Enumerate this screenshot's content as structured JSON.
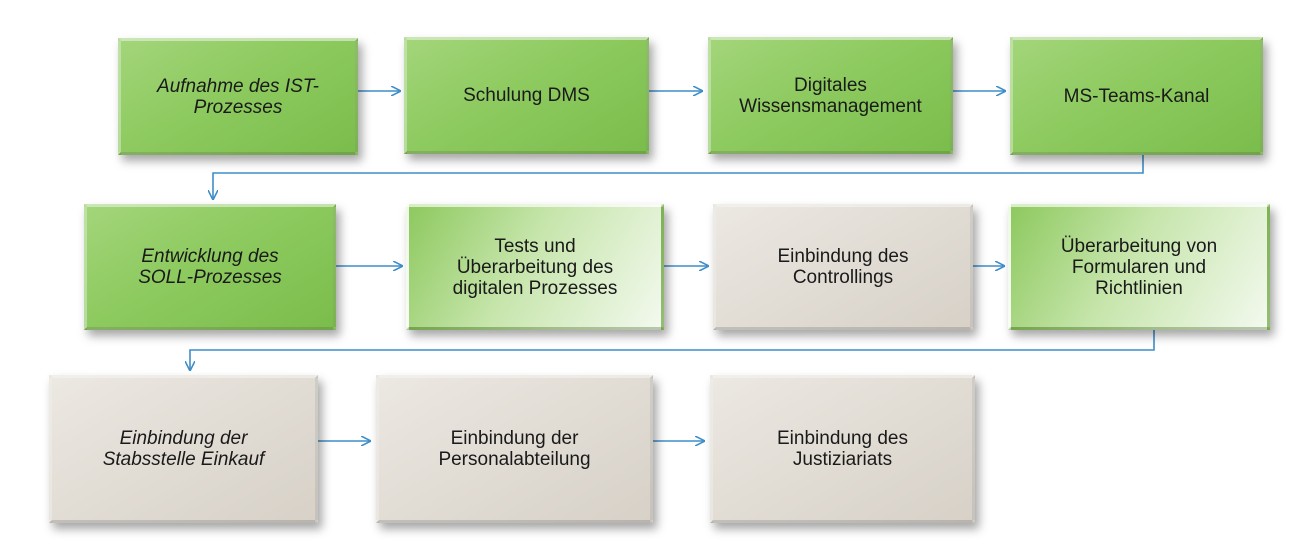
{
  "steps": [
    {
      "id": "s1",
      "label": "Aufnahme des IST-\nProzesses",
      "italic": true,
      "style": "green"
    },
    {
      "id": "s2",
      "label": "Schulung DMS",
      "italic": false,
      "style": "green"
    },
    {
      "id": "s3",
      "label": "Digitales\nWissensmanagement",
      "italic": false,
      "style": "green"
    },
    {
      "id": "s4",
      "label": "MS-Teams-Kanal",
      "italic": false,
      "style": "green"
    },
    {
      "id": "s5",
      "label": "Entwicklung des\nSOLL-Prozesses",
      "italic": true,
      "style": "green"
    },
    {
      "id": "s6",
      "label": "Tests und\nÜberarbeitung des\ndigitalen Prozesses",
      "italic": false,
      "style": "fade"
    },
    {
      "id": "s7",
      "label": "Einbindung des\nControllings",
      "italic": false,
      "style": "gray"
    },
    {
      "id": "s8",
      "label": "Überarbeitung von\nFormularen und\nRichtlinien",
      "italic": false,
      "style": "fade"
    },
    {
      "id": "s9",
      "label": "Einbindung der\nStabsstelle Einkauf",
      "italic": true,
      "style": "gray"
    },
    {
      "id": "s10",
      "label": "Einbindung der\nPersonalabteilung",
      "italic": false,
      "style": "gray"
    },
    {
      "id": "s11",
      "label": "Einbindung des\nJustiziariats",
      "italic": false,
      "style": "gray"
    }
  ],
  "colors": {
    "arrow": "#3f8dc9",
    "green": "#8dca5f",
    "gray": "#e1dcd4"
  }
}
